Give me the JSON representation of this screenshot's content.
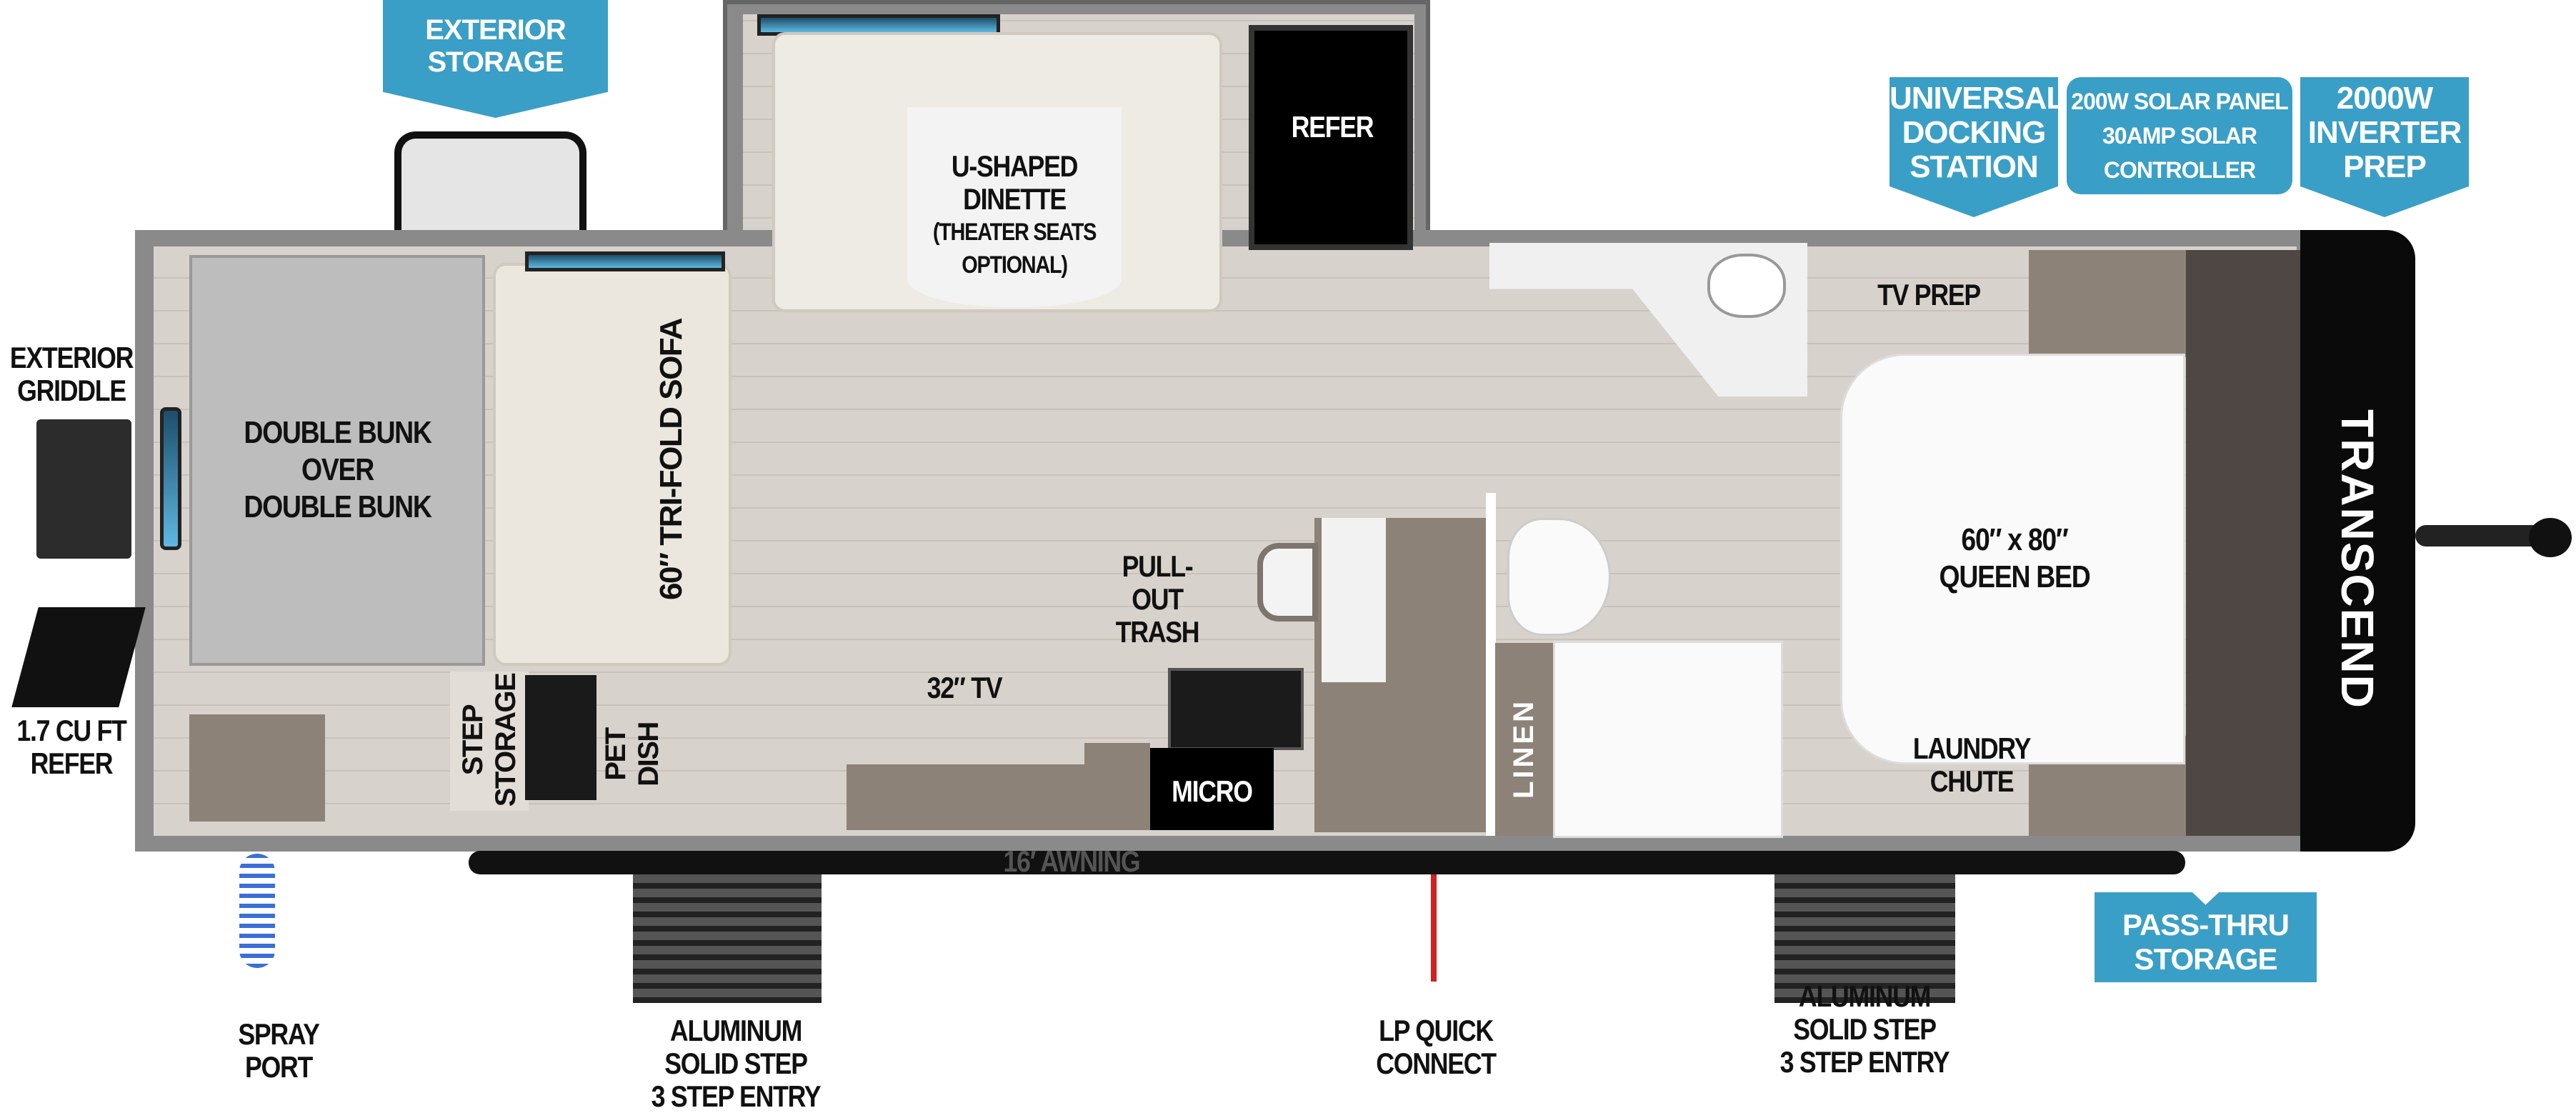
{
  "tags": {
    "exterior_storage": [
      "EXTERIOR",
      "STORAGE"
    ],
    "universal_docking": [
      "UNIVERSAL",
      "DOCKING",
      "STATION"
    ],
    "solar": [
      "200W SOLAR PANEL",
      "30AMP SOLAR",
      "CONTROLLER"
    ],
    "inverter": [
      "2000W",
      "INVERTER",
      "PREP"
    ],
    "pass_thru": [
      "PASS-THRU",
      "STORAGE"
    ]
  },
  "labels": {
    "exterior_griddle": [
      "EXTERIOR",
      "GRIDDLE"
    ],
    "refer_outside": [
      "1.7 CU FT",
      "REFER"
    ],
    "bunk": [
      "DOUBLE BUNK",
      "OVER",
      "DOUBLE BUNK"
    ],
    "sofa": "60″ TRI-FOLD SOFA",
    "dinette": [
      "U-SHAPED",
      "DINETTE",
      "(THEATER SEATS",
      "OPTIONAL)"
    ],
    "refer": "REFER",
    "tv_prep": "TV PREP",
    "queen_bed": [
      "60″ x 80″",
      "QUEEN BED"
    ],
    "pull_out_trash": [
      "PULL-OUT",
      "TRASH"
    ],
    "tv": "32″ TV",
    "micro": "MICRO",
    "linen": "LINEN",
    "step_storage": [
      "STEP",
      "STORAGE"
    ],
    "pet_dish": "PET DISH",
    "laundry_chute": [
      "LAUNDRY",
      "CHUTE"
    ],
    "awning": "16′ AWNING",
    "spray_port": [
      "SPRAY",
      "PORT"
    ],
    "step_left": [
      "ALUMINUM",
      "SOLID STEP",
      "3 STEP ENTRY"
    ],
    "lp": [
      "LP QUICK",
      "CONNECT"
    ],
    "step_right": [
      "ALUMINUM",
      "SOLID STEP",
      "3 STEP ENTRY"
    ]
  },
  "brand": "TRANSCEND",
  "colors": {
    "tag": "#3a9fc6",
    "floor": "#d8d2cc",
    "cabinet": "#8d8278"
  }
}
